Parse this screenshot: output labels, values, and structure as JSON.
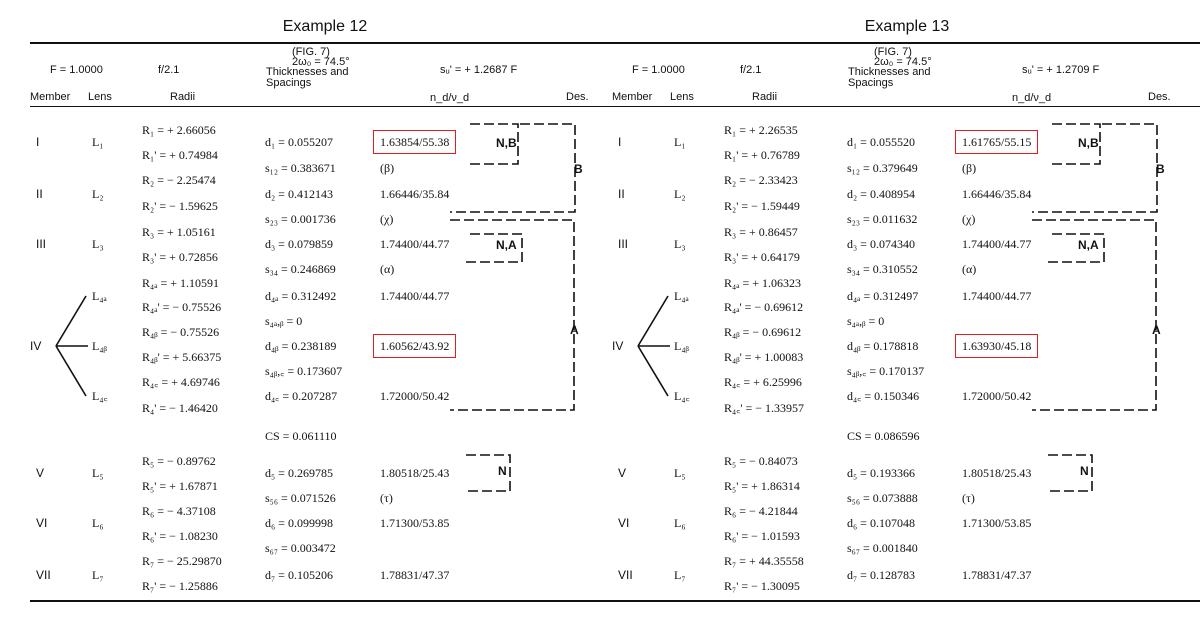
{
  "colors": {
    "highlight_border": "#e02020",
    "ink": "#111111"
  },
  "examples": [
    {
      "title": "Example 12",
      "header": {
        "focal": "F = 1.0000",
        "fnum": "f/2.1",
        "fig": "(FIG. 7)",
        "field": "2ω₀ = 74.5°",
        "thick_label_1": "Thicknesses and",
        "thick_label_2": "Spacings",
        "su": "sᵤ' = + 1.2687 F",
        "col_member": "Member",
        "col_lens": "Lens",
        "col_radii": "Radii",
        "col_nd": "n_d/ν_d",
        "col_des": "Des."
      },
      "members": [
        "I",
        "II",
        "III",
        "IV",
        "V",
        "VI",
        "VII"
      ],
      "lenses": [
        "L₁",
        "L₂",
        "L₃",
        "L₄ₐ",
        "L₄ᵦ",
        "L₄꜀",
        "L₅",
        "L₆",
        "L₇"
      ],
      "radii": [
        "R₁ = + 2.66056",
        "R₁' = + 0.74984",
        "R₂ = − 2.25474",
        "R₂' = − 1.59625",
        "R₃ = + 1.05161",
        "R₃' = + 0.72856",
        "R₄ₐ = + 1.10591",
        "R₄ₐ' = − 0.75526",
        "R₄ᵦ = − 0.75526",
        "R₄ᵦ' = + 5.66375",
        "R₄꜀ = + 4.69746",
        "R₄' = − 1.46420",
        "R₅ = − 0.89762",
        "R₅' = + 1.67871",
        "R₆ = − 4.37108",
        "R₆' = − 1.08230",
        "R₇ = − 25.29870",
        "R₇' = − 1.25886"
      ],
      "thicknesses": [
        "d₁ = 0.055207",
        "s₁₂ = 0.383671",
        "d₂ = 0.412143",
        "s₂₃ = 0.001736",
        "d₃ = 0.079859",
        "s₃₄ = 0.246869",
        "d₄ₐ = 0.312492",
        "s₄ₐ,ᵦ = 0",
        "d₄ᵦ = 0.238189",
        "s₄ᵦ,꜀ = 0.173607",
        "d₄꜀ = 0.207287",
        "CS = 0.061110",
        "d₅ = 0.269785",
        "s₅₆ = 0.071526",
        "d₆ = 0.099998",
        "s₆₇ = 0.003472",
        "d₇ = 0.105206"
      ],
      "nd_vd": [
        "1.63854/55.38",
        "(β)",
        "1.66446/35.84",
        "(χ)",
        "1.74400/44.77",
        "(α)",
        "1.74400/44.77",
        "1.60562/43.92",
        "1.72000/50.42",
        "1.80518/25.43",
        "(τ)",
        "1.71300/53.85",
        "1.78831/47.37"
      ],
      "designations": [
        "N,B",
        "B",
        "N,A",
        "A",
        "N"
      ]
    },
    {
      "title": "Example 13",
      "header": {
        "focal": "F = 1.0000",
        "fnum": "f/2.1",
        "fig": "(FIG. 7)",
        "field": "2ω₀ = 74.5°",
        "thick_label_1": "Thicknesses and",
        "thick_label_2": "Spacings",
        "su": "sᵤ' = + 1.2709 F",
        "col_member": "Member",
        "col_lens": "Lens",
        "col_radii": "Radii",
        "col_nd": "n_d/ν_d",
        "col_des": "Des."
      },
      "members": [
        "I",
        "II",
        "III",
        "IV",
        "V",
        "VI",
        "VII"
      ],
      "lenses": [
        "L₁",
        "L₂",
        "L₃",
        "L₄ₐ",
        "L₄ᵦ",
        "L₄꜀",
        "L₅",
        "L₆",
        "L₇"
      ],
      "radii": [
        "R₁ = + 2.26535",
        "R₁' = + 0.76789",
        "R₂ = − 2.33423",
        "R₂' = − 1.59449",
        "R₃ = + 0.86457",
        "R₃' = + 0.64179",
        "R₄ₐ = + 1.06323",
        "R₄ₐ' = − 0.69612",
        "R₄ᵦ = − 0.69612",
        "R₄ᵦ' = + 1.00083",
        "R₄꜀ = + 6.25996",
        "R₄꜀' = − 1.33957",
        "R₅ = − 0.84073",
        "R₅' = + 1.86314",
        "R₆ = − 4.21844",
        "R₆' = − 1.01593",
        "R₇ = + 44.35558",
        "R₇' = − 1.30095"
      ],
      "thicknesses": [
        "d₁ = 0.055520",
        "s₁₂ = 0.379649",
        "d₂ = 0.408954",
        "s₂₃ = 0.011632",
        "d₃ = 0.074340",
        "s₃₄ = 0.310552",
        "d₄ₐ = 0.312497",
        "s₄ₐ,ᵦ = 0",
        "d₄ᵦ = 0.178818",
        "s₄ᵦ,꜀ = 0.170137",
        "d₄꜀ = 0.150346",
        "CS = 0.086596",
        "d₅ = 0.193366",
        "s₅₆ = 0.073888",
        "d₆ = 0.107048",
        "s₆₇ = 0.001840",
        "d₇ = 0.128783"
      ],
      "nd_vd": [
        "1.61765/55.15",
        "(β)",
        "1.66446/35.84",
        "(χ)",
        "1.74400/44.77",
        "(α)",
        "1.74400/44.77",
        "1.63930/45.18",
        "1.72000/50.42",
        "1.80518/25.43",
        "(τ)",
        "1.71300/53.85",
        "1.78831/47.37"
      ],
      "designations": [
        "N,B",
        "B",
        "N,A",
        "A",
        "N"
      ]
    }
  ]
}
